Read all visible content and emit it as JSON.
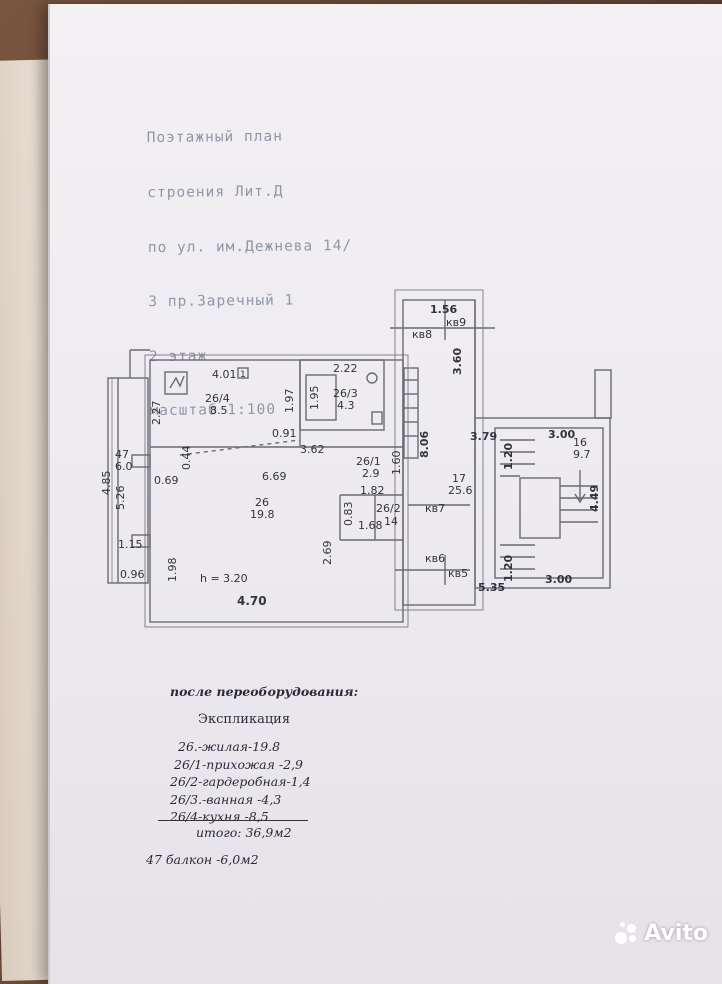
{
  "header": {
    "lines": [
      "Поэтажный план",
      "строения Лит.Д",
      "по ул. им.Дежнева 14/",
      "3 пр.Заречный 1",
      "2 этаж",
      "масштаб 1:100"
    ]
  },
  "plan": {
    "dims": {
      "d156": "1.56",
      "d360": "3.60",
      "d806": "8.06",
      "d379": "3.79",
      "d300a": "3.00",
      "d120a": "1.20",
      "d449": "4.49",
      "d120b": "1.20",
      "d300b": "3.00",
      "d535": "5.35",
      "d401": "4.01",
      "d197": "1.97",
      "d195": "1.95",
      "d222": "2.22",
      "d227": "2.27",
      "d091": "0.91",
      "d362": "3.62",
      "d044": "0.44",
      "d069": "0.69",
      "d669": "6.69",
      "d160": "1.60",
      "d182": "1.82",
      "d083": "0.83",
      "d168": "1.68",
      "d269": "2.69",
      "d198": "1.98",
      "d470": "4.70",
      "d526": "5.26",
      "d115": "1.15",
      "d096": "0.96",
      "d485": "4.85"
    },
    "flats": {
      "kv9": "кв9",
      "kv8": "кв8",
      "kv7": "кв7",
      "kv6": "кв6",
      "kv5": "кв5"
    },
    "rooms": [
      {
        "id": "26/4",
        "area": "8.5"
      },
      {
        "id": "26/3",
        "area": "4.3"
      },
      {
        "id": "26/1",
        "area": "2.9"
      },
      {
        "id": "26/2",
        "area": "14"
      },
      {
        "id": "26",
        "area": "19.8"
      },
      {
        "id": "17",
        "area": "25.6"
      },
      {
        "id": "16",
        "area": "9.7"
      },
      {
        "id": "47",
        "area": "6.0"
      }
    ],
    "height_note": "h = 3.20",
    "room_marker": "1"
  },
  "explication": {
    "after": "после переоборудования:",
    "title": "Экспликация",
    "items": [
      "26.-жилая-19.8",
      "26/1-прихожая -2,9",
      "26/2-гардеробная-1,4",
      "26/3.-ванная -4,3",
      "26/4-кухня -8,5"
    ],
    "total": "итого: 36,9м2",
    "balcony": "47 балкон -6,0м2"
  },
  "watermark": {
    "text": "Avito"
  }
}
